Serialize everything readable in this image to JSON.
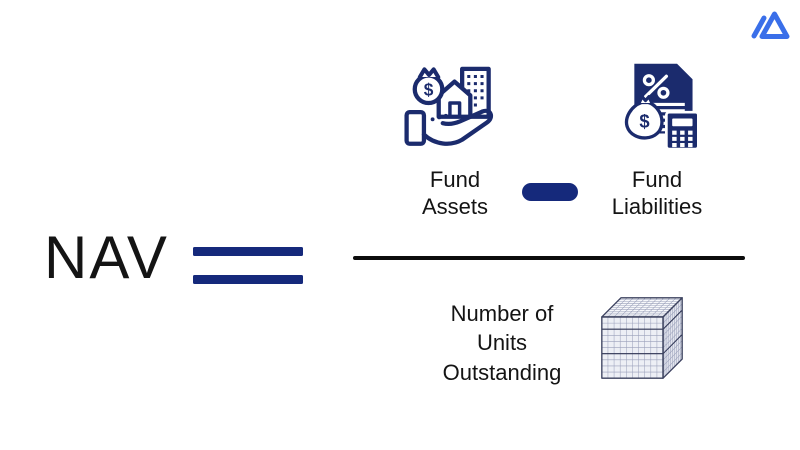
{
  "page": {
    "title": "NAV formula infographic",
    "background": "#ffffff"
  },
  "brand": {
    "logo_icon": "mountain-logo-icon",
    "logo_color": "#3a6fe9"
  },
  "formula": {
    "lhs": "NAV",
    "equals_symbol": "=",
    "numerator": {
      "left_operand": {
        "icon": "hand-holding-assets-icon",
        "label": "Fund Assets"
      },
      "operator_symbol": "−",
      "right_operand": {
        "icon": "document-percent-calculator-icon",
        "label": "Fund Liabilities"
      }
    },
    "denominator": {
      "icon": "grid-cube-icon",
      "label": "Number of Units Outstanding"
    }
  },
  "colors": {
    "navy": "#15297b",
    "icon_navy": "#1b2b6d",
    "text_black": "#141414",
    "fraction_line": "#0c0c0c",
    "logo_blue": "#3a6fe9",
    "cube_front": "#edeff5",
    "cube_top": "#f7f8fb",
    "cube_right": "#e3e5ee"
  }
}
